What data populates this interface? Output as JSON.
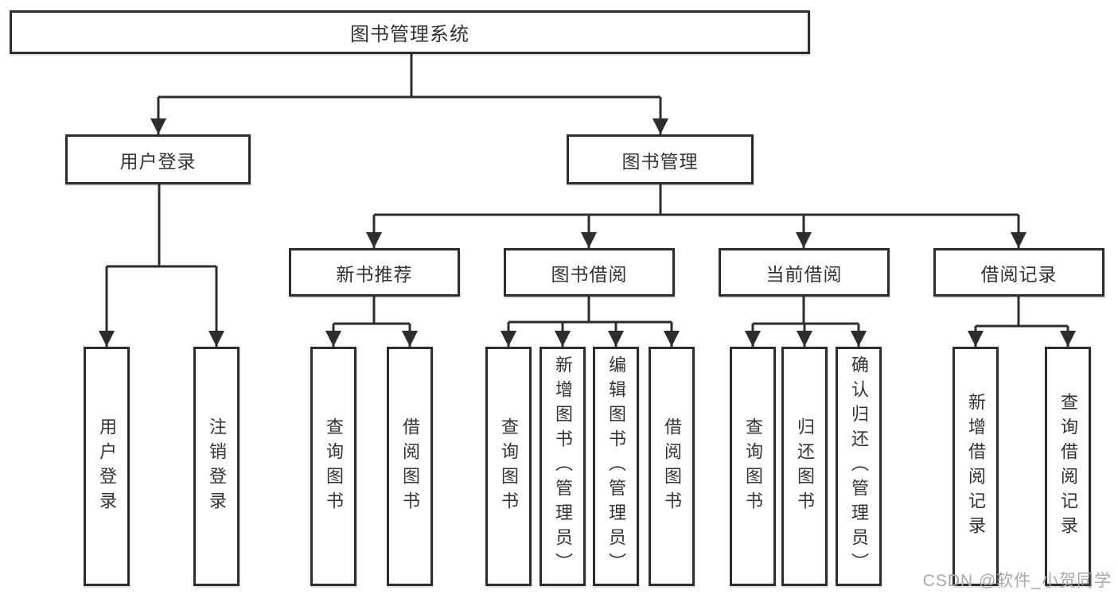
{
  "diagram_type": "hierarchy-tree",
  "tree": {
    "label": "图书管理系统",
    "children": [
      {
        "label": "用户登录",
        "children": [
          {
            "label": "用户登录"
          },
          {
            "label": "注销登录"
          }
        ]
      },
      {
        "label": "图书管理",
        "children": [
          {
            "label": "新书推荐",
            "children": [
              {
                "label": "查询图书"
              },
              {
                "label": "借阅图书"
              }
            ]
          },
          {
            "label": "图书借阅",
            "children": [
              {
                "label": "查询图书"
              },
              {
                "label": "新增图书（管理员）"
              },
              {
                "label": "编辑图书（管理员）"
              },
              {
                "label": "借阅图书"
              }
            ]
          },
          {
            "label": "当前借阅",
            "children": [
              {
                "label": "查询图书"
              },
              {
                "label": "归还图书"
              },
              {
                "label": "确认归还（管理员）"
              }
            ]
          },
          {
            "label": "借阅记录",
            "children": [
              {
                "label": "新增借阅记录"
              },
              {
                "label": "查询借阅记录"
              }
            ]
          }
        ]
      }
    ]
  },
  "watermark": "CSDN @软件_小贺同学",
  "colors": {
    "line": "#2d2d2d",
    "box_border": "#2d2d2d",
    "text": "#333333",
    "watermark": "#a8a8a8",
    "background": "#ffffff"
  }
}
